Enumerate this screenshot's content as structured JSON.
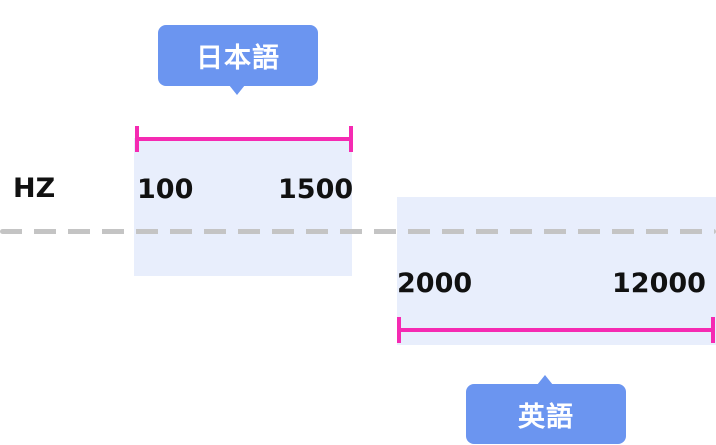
{
  "axis": {
    "label": "HZ"
  },
  "ranges": [
    {
      "language": "日本語",
      "min": "100",
      "max": "1500"
    },
    {
      "language": "英語",
      "min": "2000",
      "max": "12000"
    }
  ],
  "colors": {
    "range_background": "#e8eefc",
    "bracket": "#f52ab2",
    "bubble": "#6b95f0",
    "axis_line": "#c4c4c4",
    "text": "#111111"
  }
}
